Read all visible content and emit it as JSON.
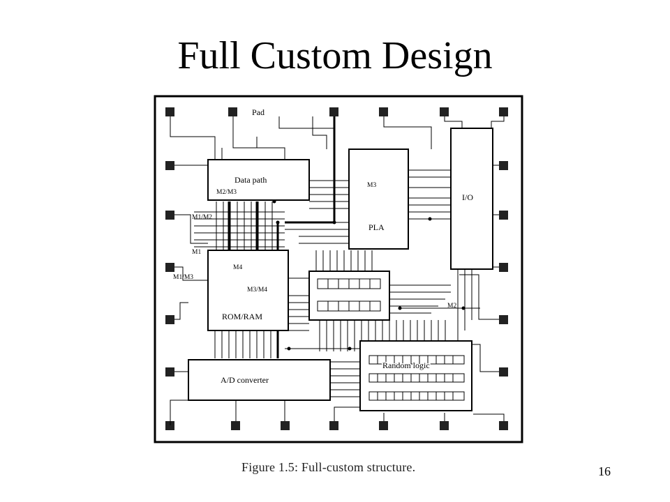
{
  "slide": {
    "title": "Full Custom Design",
    "page_number": "16"
  },
  "figure": {
    "caption": "Figure 1.5: Full-custom structure.",
    "labels": {
      "pad": "Pad",
      "data_path": "Data path",
      "pla": "PLA",
      "io": "I/O",
      "rom_ram": "ROM/RAM",
      "ad_converter": "A/D converter",
      "random_logic": "Random logic",
      "m1": "M1",
      "m2": "M2",
      "m3": "M3",
      "m4": "M4",
      "m1_m2": "M1/M2",
      "m2_m3": "M2/M3",
      "m1_m3": "M1/M3",
      "m3_m4": "M3/M4"
    }
  }
}
